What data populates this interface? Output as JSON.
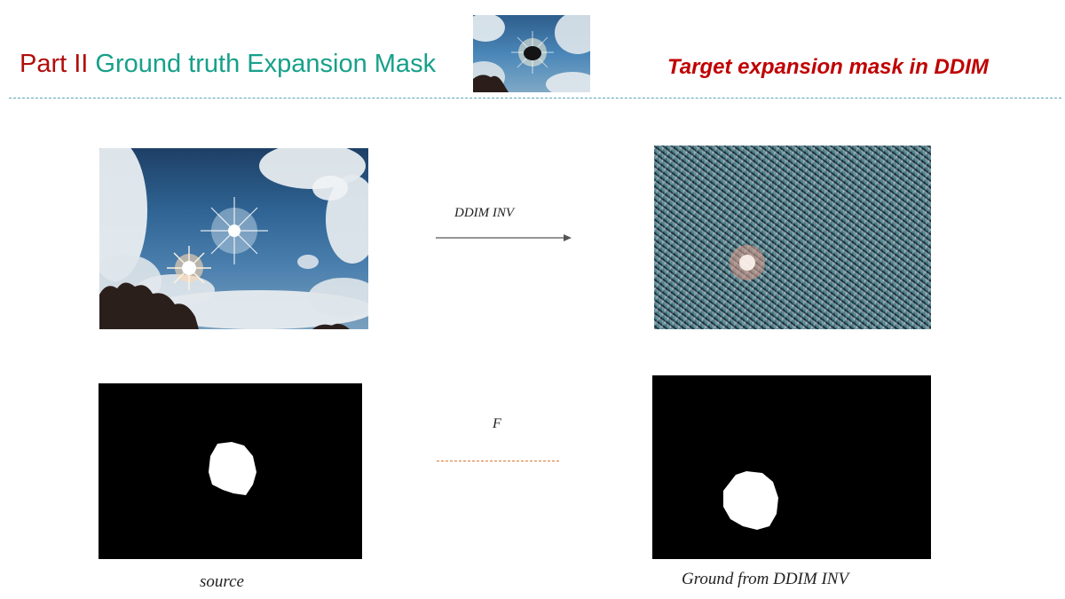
{
  "header": {
    "title_part": "Part II",
    "title_main": "Ground truth Expansion Mask",
    "subtitle": "Target expansion mask in DDIM"
  },
  "arrows": {
    "inversion_label": "DDIM INV",
    "f_label": "F"
  },
  "captions": {
    "source": "source",
    "ground_truth": "Ground from DDIM INV"
  },
  "colors": {
    "title_part": "#b30c0c",
    "title_main": "#17a08a",
    "subtitle": "#c00000",
    "divider": "#5aa7b2",
    "f_line": "#d87830"
  }
}
